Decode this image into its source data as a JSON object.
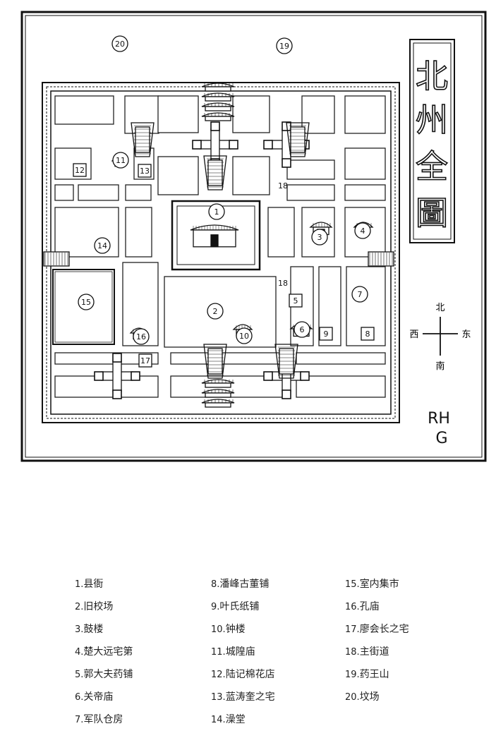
{
  "map": {
    "title_chars": [
      "北",
      "州",
      "全",
      "圖"
    ],
    "compass": {
      "north": "北",
      "south": "南",
      "east": "东",
      "west": "西"
    },
    "signature_lines": [
      "RH",
      "G"
    ],
    "main_street_label": "18",
    "markers": [
      {
        "id": "1",
        "label": "1",
        "kind": "circle"
      },
      {
        "id": "2",
        "label": "2",
        "kind": "circle"
      },
      {
        "id": "3",
        "label": "3",
        "kind": "circle"
      },
      {
        "id": "4",
        "label": "4",
        "kind": "circle"
      },
      {
        "id": "5",
        "label": "5",
        "kind": "square"
      },
      {
        "id": "6",
        "label": "6",
        "kind": "circle"
      },
      {
        "id": "7",
        "label": "7",
        "kind": "circle"
      },
      {
        "id": "8",
        "label": "8",
        "kind": "square"
      },
      {
        "id": "9",
        "label": "9",
        "kind": "square"
      },
      {
        "id": "10",
        "label": "10",
        "kind": "circle"
      },
      {
        "id": "11",
        "label": "11",
        "kind": "circle"
      },
      {
        "id": "12",
        "label": "12",
        "kind": "square"
      },
      {
        "id": "13",
        "label": "13",
        "kind": "square"
      },
      {
        "id": "14",
        "label": "14",
        "kind": "circle"
      },
      {
        "id": "15",
        "label": "15",
        "kind": "circle"
      },
      {
        "id": "16",
        "label": "16",
        "kind": "circle"
      },
      {
        "id": "17",
        "label": "17",
        "kind": "square"
      },
      {
        "id": "18",
        "label": "18",
        "kind": "text"
      },
      {
        "id": "19",
        "label": "19",
        "kind": "circle"
      },
      {
        "id": "20",
        "label": "20",
        "kind": "circle"
      }
    ]
  },
  "legend": {
    "columns": [
      [
        {
          "num": "1.",
          "name": "县衙"
        },
        {
          "num": "2.",
          "name": "旧校场"
        },
        {
          "num": "3.",
          "name": "鼓楼"
        },
        {
          "num": "4.",
          "name": "楚大远宅第"
        },
        {
          "num": "5.",
          "name": "郭大夫药铺"
        },
        {
          "num": "6.",
          "name": "关帝庙"
        },
        {
          "num": "7.",
          "name": "军队仓房"
        }
      ],
      [
        {
          "num": "8.",
          "name": "潘峰古董铺"
        },
        {
          "num": "9.",
          "name": "叶氏纸铺"
        },
        {
          "num": "10.",
          "name": "钟楼"
        },
        {
          "num": "11.",
          "name": "城隍庙"
        },
        {
          "num": "12.",
          "name": "陆记棉花店"
        },
        {
          "num": "13.",
          "name": "蓝涛奎之宅"
        },
        {
          "num": "14.",
          "name": "澡堂"
        }
      ],
      [
        {
          "num": "15.",
          "name": "室内集市"
        },
        {
          "num": "16.",
          "name": "孔庙"
        },
        {
          "num": "17.",
          "name": "廖会长之宅"
        },
        {
          "num": "18.",
          "name": "主街道"
        },
        {
          "num": "19.",
          "name": "药王山"
        },
        {
          "num": "20.",
          "name": "坟场"
        }
      ]
    ]
  }
}
